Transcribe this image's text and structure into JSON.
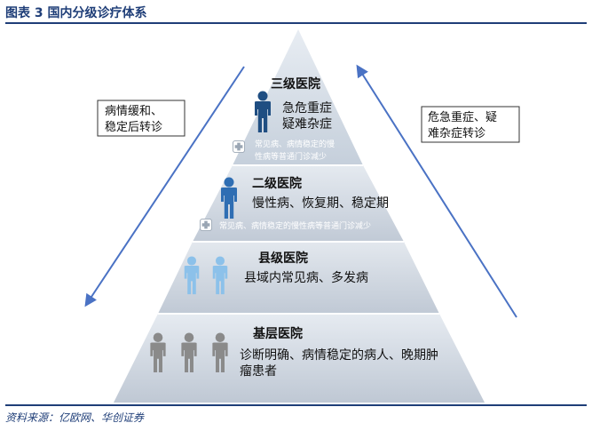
{
  "header": {
    "title": "图表 3 国内分级诊疗体系"
  },
  "footer": {
    "source": "资料来源：亿欧网、华创证券"
  },
  "colors": {
    "accent": "#1f3e78",
    "arrow": "#4a72c4",
    "person_dark": "#1f4e82",
    "person_mid": "#2f6eb3",
    "person_light": "#8cc1ea",
    "person_gray": "#8a8a8a"
  },
  "left_box": {
    "line1": "病情缓和、",
    "line2": "稳定后转诊"
  },
  "right_box": {
    "line1": "危急重症、疑",
    "line2": "难杂症转诊"
  },
  "tiers": [
    {
      "name": "三级医院",
      "desc_line1": "急危重症",
      "desc_line2": "疑难杂症",
      "note_line1": "常见病、病情稳定的慢",
      "note_line2": "性病等普通门诊减少",
      "icon": "person-icon",
      "note_icon": "medical-cross-icon"
    },
    {
      "name": "二级医院",
      "desc_line1": "慢性病、恢复期、稳定期",
      "note_line1": "常见病、病情稳定的慢性病等普通门诊减少",
      "icon": "person-icon",
      "note_icon": "medical-cross-icon"
    },
    {
      "name": "县级医院",
      "desc_line1": "县域内常见病、多发病",
      "icon": "person-icon"
    },
    {
      "name": "基层医院",
      "desc_line1": "诊断明确、病情稳定的病人、晚期肿",
      "desc_line2": "瘤患者",
      "icon": "person-icon"
    }
  ]
}
